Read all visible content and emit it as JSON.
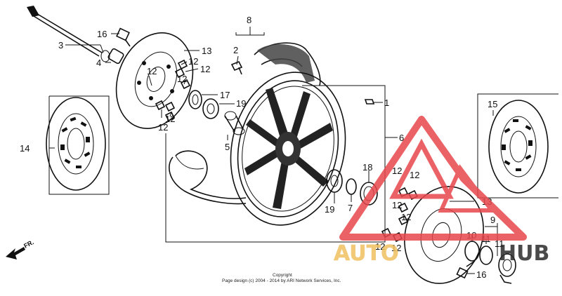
{
  "callouts": {
    "n1": "1",
    "n2": "2",
    "n3": "3",
    "n4": "4",
    "n5": "5",
    "n6": "6",
    "n7": "7",
    "n8": "8",
    "n9": "9",
    "n10": "10",
    "n11": "11",
    "n12": "12",
    "n13": "13",
    "n14": "14",
    "n15": "15",
    "n16": "16",
    "n17": "17",
    "n18": "18",
    "n19": "19"
  },
  "direction_marker": "FR.",
  "copyright": {
    "line1": "Copyright",
    "line2": "Page design (c) 2004 - 2014 by ARI Network Services, Inc."
  },
  "watermark": {
    "text_left": "AUTO",
    "text_right": "HUB",
    "colors": {
      "red": "#e8474c",
      "gold": "#f0c060",
      "dark": "#2b2b2b"
    }
  }
}
